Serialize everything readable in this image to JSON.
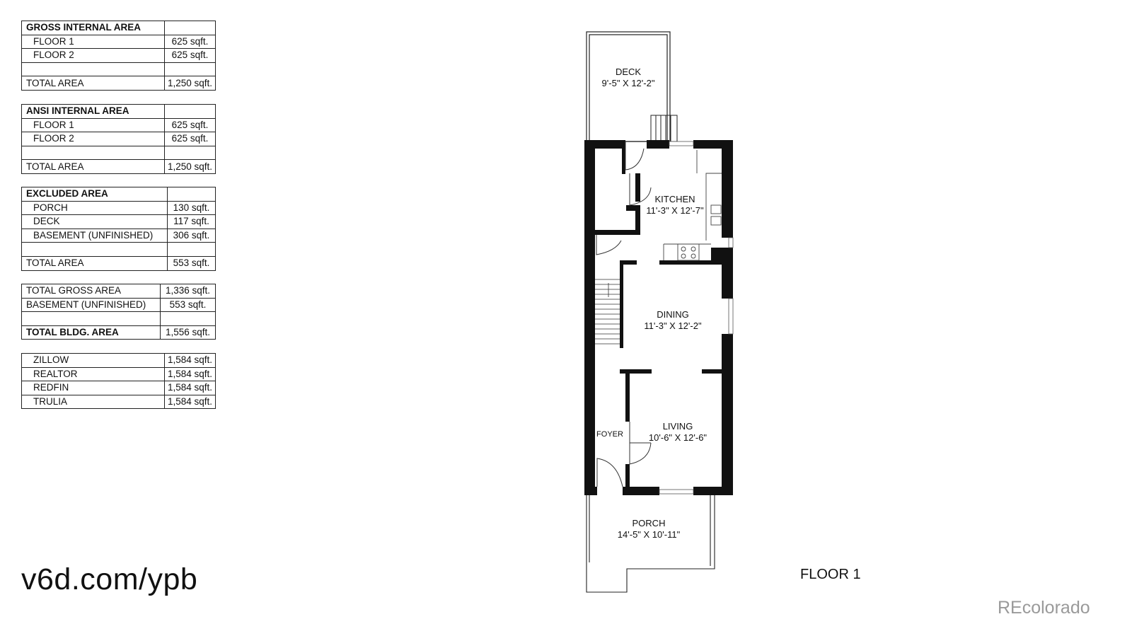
{
  "tables": [
    {
      "rows": [
        {
          "label": "GROSS INTERNAL AREA",
          "value": "",
          "kind": "head"
        },
        {
          "label": "FLOOR 1",
          "value": "625 sqft.",
          "kind": "item"
        },
        {
          "label": "FLOOR 2",
          "value": "625 sqft.",
          "kind": "item"
        },
        {
          "label": "",
          "value": "",
          "kind": "blank"
        },
        {
          "label": "TOTAL AREA",
          "value": "1,250 sqft.",
          "kind": "total"
        }
      ]
    },
    {
      "rows": [
        {
          "label": "ANSI INTERNAL AREA",
          "value": "",
          "kind": "head"
        },
        {
          "label": "FLOOR 1",
          "value": "625 sqft.",
          "kind": "item"
        },
        {
          "label": "FLOOR 2",
          "value": "625 sqft.",
          "kind": "item"
        },
        {
          "label": "",
          "value": "",
          "kind": "blank"
        },
        {
          "label": "TOTAL AREA",
          "value": "1,250 sqft.",
          "kind": "total"
        }
      ]
    },
    {
      "rows": [
        {
          "label": "EXCLUDED AREA",
          "value": "",
          "kind": "head"
        },
        {
          "label": "PORCH",
          "value": "130 sqft.",
          "kind": "item"
        },
        {
          "label": "DECK",
          "value": "117 sqft.",
          "kind": "item"
        },
        {
          "label": "BASEMENT (UNFINISHED)",
          "value": "306 sqft.",
          "kind": "item"
        },
        {
          "label": "",
          "value": "",
          "kind": "blank"
        },
        {
          "label": "TOTAL AREA",
          "value": "553 sqft.",
          "kind": "total"
        }
      ]
    },
    {
      "rows": [
        {
          "label": "TOTAL GROSS AREA",
          "value": "1,336 sqft.",
          "kind": "total"
        },
        {
          "label": "BASEMENT (UNFINISHED)",
          "value": "553 sqft.",
          "kind": "total"
        },
        {
          "label": "",
          "value": "",
          "kind": "blank"
        },
        {
          "label": "TOTAL BLDG. AREA",
          "value": "1,556 sqft.",
          "kind": "bold"
        }
      ]
    },
    {
      "rows": [
        {
          "label": "ZILLOW",
          "value": "1,584 sqft.",
          "kind": "item"
        },
        {
          "label": "REALTOR",
          "value": "1,584 sqft.",
          "kind": "item"
        },
        {
          "label": "REDFIN",
          "value": "1,584 sqft.",
          "kind": "item"
        },
        {
          "label": "TRULIA",
          "value": "1,584 sqft.",
          "kind": "item"
        }
      ]
    }
  ],
  "rooms": {
    "deck": {
      "name": "DECK",
      "size": "9'-5\" X 12'-2\""
    },
    "kitchen": {
      "name": "KITCHEN",
      "size": "11'-3\" X 12'-7\""
    },
    "dining": {
      "name": "DINING",
      "size": "11'-3\" X 12'-2\""
    },
    "foyer": {
      "name": "FOYER"
    },
    "living": {
      "name": "LIVING",
      "size": "10'-6\" X 12'-6\""
    },
    "porch": {
      "name": "PORCH",
      "size": "14'-5\" X 10'-11\""
    }
  },
  "url": "v6d.com/ypb",
  "floor_label": "FLOOR 1",
  "watermark": "REcolorado"
}
